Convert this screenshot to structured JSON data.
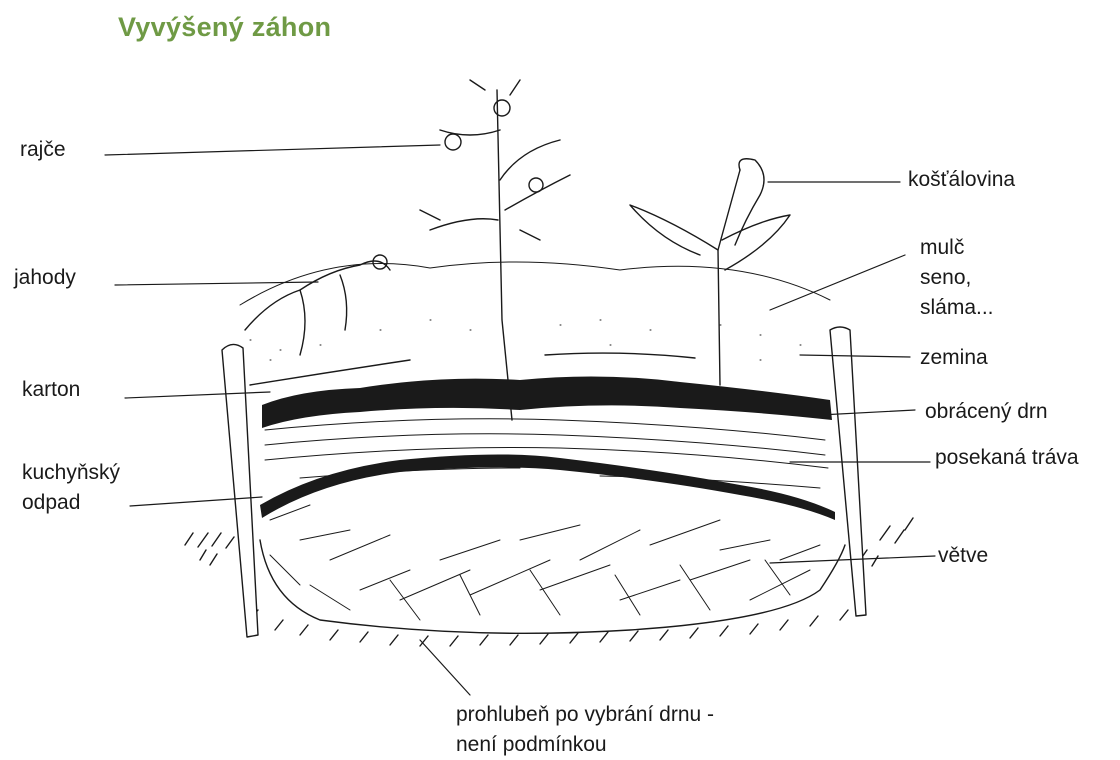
{
  "title": "Vyvýšený záhon",
  "colors": {
    "title": "#6f9a45",
    "ink": "#1a1a1a",
    "background": "#ffffff"
  },
  "labels": {
    "tomato": "rajče",
    "brassica": "košťálovina",
    "strawberries": "jahody",
    "mulch": [
      "mulč",
      "seno,",
      "sláma..."
    ],
    "soil": "zemina",
    "cardboard": "karton",
    "turf": "obrácený drn",
    "grass": "posekaná tráva",
    "kitchen_waste": [
      "kuchyňský",
      "odpad"
    ],
    "branches": "větve",
    "hollow": [
      "prohlubeň po vybrání drnu -",
      "není podmínkou"
    ]
  }
}
